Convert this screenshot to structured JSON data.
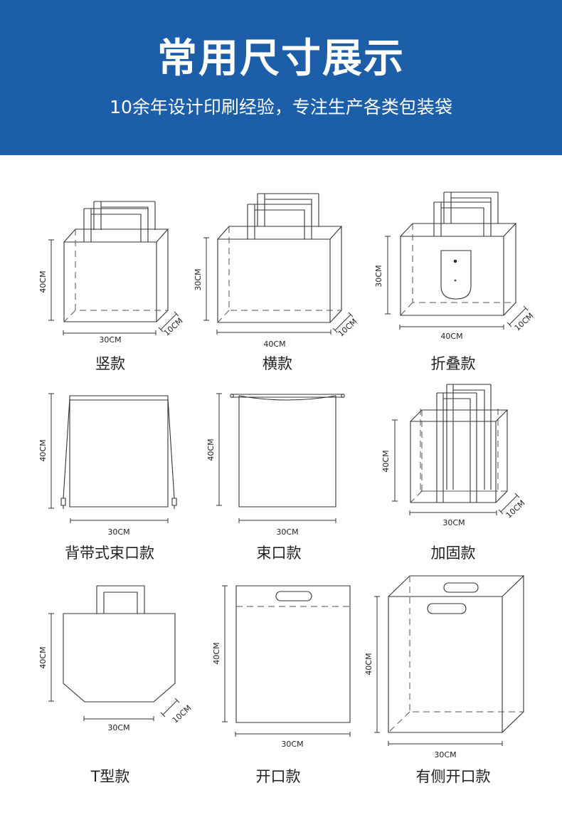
{
  "header": {
    "title": "常用尺寸展示",
    "subtitle": "10余年设计印刷经验，专注生产各类包装袋"
  },
  "colors": {
    "header_bg": "#1d5ea8",
    "text": "#222222",
    "line": "#333333"
  },
  "bags": [
    {
      "name": "竖款",
      "width_label": "30CM",
      "height_label": "40CM",
      "depth_label": "10CM"
    },
    {
      "name": "横款",
      "width_label": "40CM",
      "height_label": "30CM",
      "depth_label": "10CM"
    },
    {
      "name": "折叠款",
      "width_label": "40CM",
      "height_label": "30CM",
      "depth_label": "10CM"
    },
    {
      "name": "背带式束口款",
      "width_label": "30CM",
      "height_label": "40CM"
    },
    {
      "name": "束口款",
      "width_label": "30CM",
      "height_label": "40CM"
    },
    {
      "name": "加固款",
      "width_label": "30CM",
      "height_label": "40CM",
      "depth_label": "10CM"
    },
    {
      "name": "T型款",
      "width_label": "30CM",
      "height_label": "40CM",
      "depth_label": "10CM"
    },
    {
      "name": "开口款",
      "width_label": "30CM",
      "height_label": "40CM"
    },
    {
      "name": "有侧开口款",
      "width_label": "30CM",
      "height_label": "40CM"
    }
  ]
}
